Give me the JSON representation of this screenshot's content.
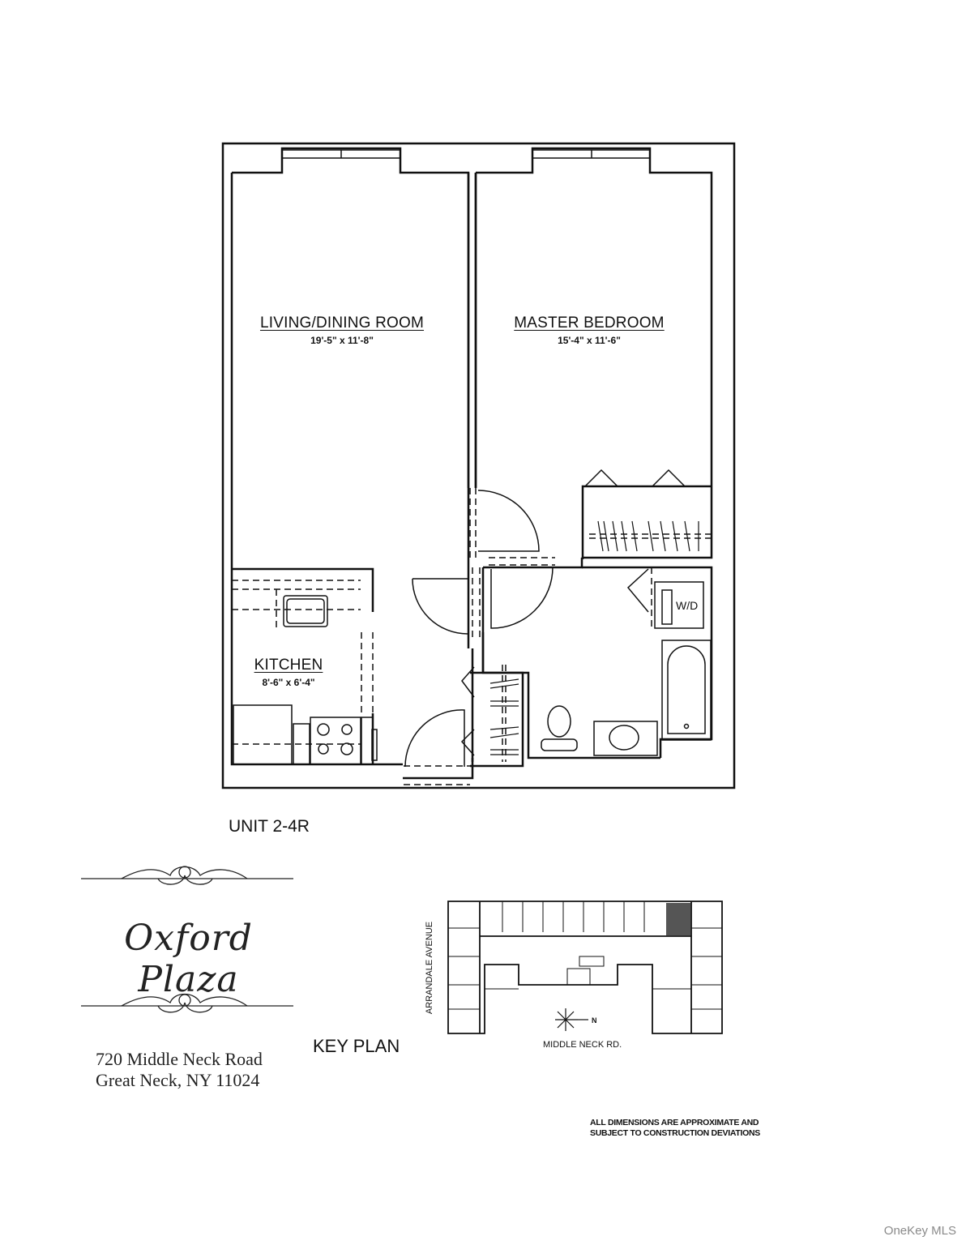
{
  "floor_plan": {
    "rooms": [
      {
        "name": "LIVING/DINING ROOM",
        "dimensions": "19'-5\" x 11'-8\""
      },
      {
        "name": "MASTER BEDROOM",
        "dimensions": "15'-4\" x 11'-6\""
      },
      {
        "name": "KITCHEN",
        "dimensions": "8'-6\" x 6'-4\""
      }
    ],
    "fixtures": {
      "washer_dryer": "W/D"
    },
    "unit_label": "UNIT 2-4R"
  },
  "branding": {
    "building_name": "Oxford Plaza",
    "address_line1": "720 Middle Neck Road",
    "address_line2": "Great Neck, NY 11024"
  },
  "key_plan": {
    "label": "KEY PLAN",
    "street_west": "ARRANDALE AVENUE",
    "street_south": "MIDDLE NECK RD.",
    "north_marker": "N"
  },
  "disclaimer": {
    "line1": "ALL DIMENSIONS ARE APPROXIMATE AND",
    "line2": "SUBJECT TO CONSTRUCTION DEVIATIONS"
  },
  "watermark": "OneKey MLS"
}
